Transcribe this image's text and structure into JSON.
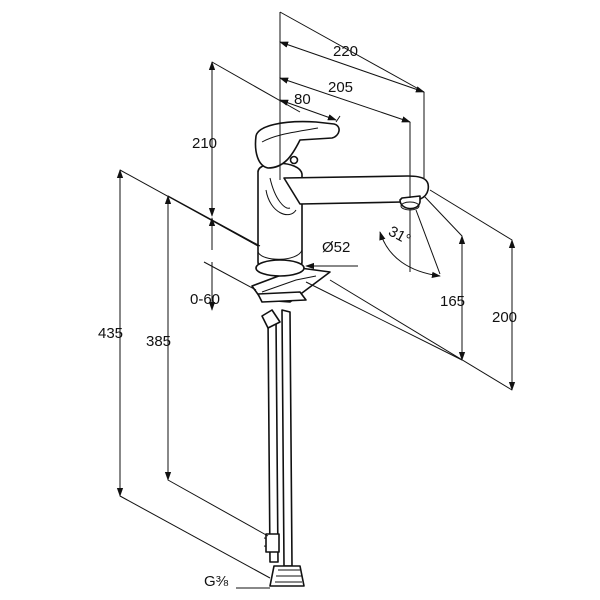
{
  "drawing": {
    "dimensions": {
      "spout_length_total": "220",
      "spout_length_outlet": "205",
      "lever_length": "80",
      "body_height": "210",
      "diameter_base": "Ø52",
      "mounting_thickness": "0-60",
      "total_height_435": "435",
      "hose_height_385": "385",
      "outlet_height_165": "165",
      "spout_height_200": "200",
      "swivel_angle": "31°",
      "connection_thread": "G⅜"
    }
  }
}
